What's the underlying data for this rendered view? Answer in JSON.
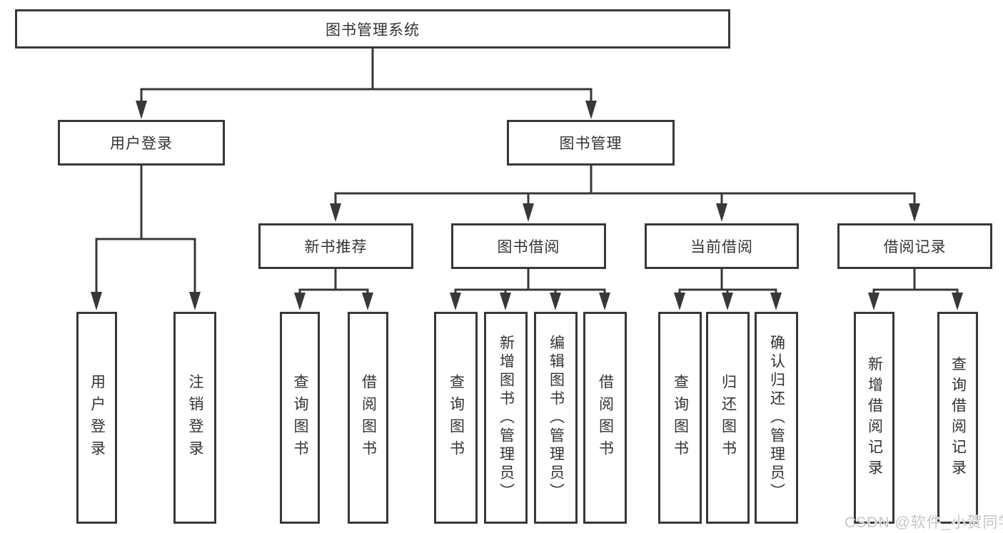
{
  "root": {
    "label": "图书管理系统"
  },
  "level1": {
    "user_login": {
      "label": "用户登录"
    },
    "book_mgmt": {
      "label": "图书管理"
    }
  },
  "level2": {
    "new_books": {
      "label": "新书推荐"
    },
    "borrowing": {
      "label": "图书借阅"
    },
    "current": {
      "label": "当前借阅"
    },
    "records": {
      "label": "借阅记录"
    }
  },
  "leaves": {
    "user_login": {
      "label": "用户登录"
    },
    "logout": {
      "label": "注销登录"
    },
    "nb_query": {
      "label": "查询图书"
    },
    "nb_borrow": {
      "label": "借阅图书"
    },
    "bw_query": {
      "label": "查询图书"
    },
    "bw_add": {
      "label": "新增图书（管理员）"
    },
    "bw_edit": {
      "label": "编辑图书（管理员）"
    },
    "bw_borrow": {
      "label": "借阅图书"
    },
    "cu_query": {
      "label": "查询图书"
    },
    "cu_return": {
      "label": "归还图书"
    },
    "cu_confirm": {
      "label": "确认归还（管理员）"
    },
    "rc_add": {
      "label": "新增借阅记录"
    },
    "rc_query": {
      "label": "查询借阅记录"
    }
  },
  "watermark": {
    "text": "CSDN @软件_小贺同学"
  },
  "colors": {
    "line": "#383838",
    "text": "#333333",
    "box-bg": "#ffffff",
    "watermark": "#c6c6c6"
  }
}
